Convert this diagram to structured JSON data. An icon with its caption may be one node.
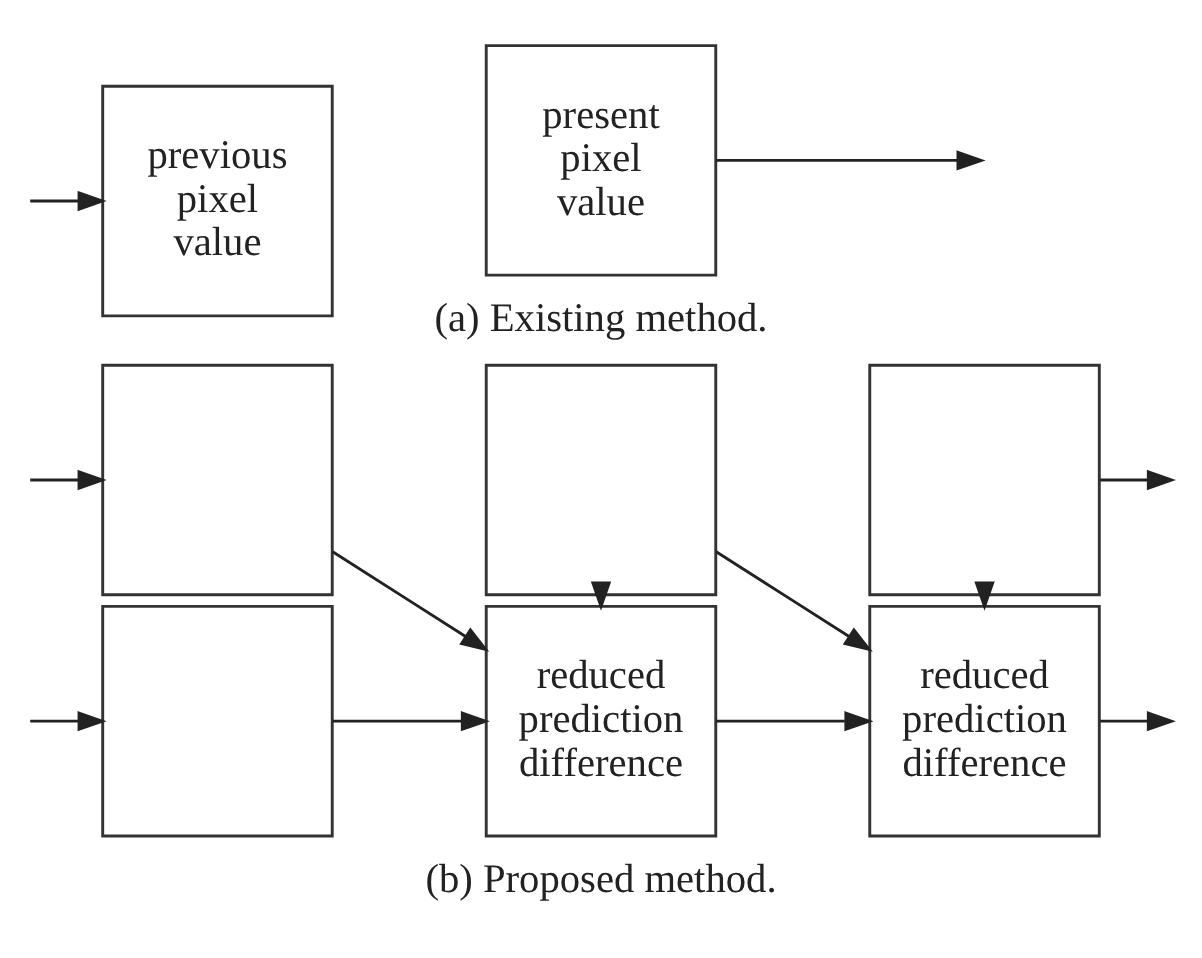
{
  "diagram": {
    "nodes": [
      {
        "text": [
          "previous pixel value"
        ]
      },
      {
        "text": [
          "present pixel value"
        ]
      },
      {
        "text": [],
        "shape": "box"
      },
      {
        "text": [],
        "shape": "box"
      },
      {
        "text": [],
        "shape": "box"
      },
      {
        "text": [],
        "shape": "box"
      },
      {
        "text": [
          "reduced prediction difference"
        ]
      },
      {
        "text": [
          "reduced prediction difference"
        ]
      }
    ],
    "edges": [
      {
        "from": null,
        "to": 0,
        "arrow": "to"
      },
      {
        "from": 1,
        "to": null,
        "arrow": "to"
      },
      {
        "from": null,
        "to": 2,
        "arrow": "to"
      },
      {
        "from": null,
        "to": 5,
        "arrow": "to"
      },
      {
        "from": 4,
        "to": null,
        "arrow": "to"
      },
      {
        "from": 7,
        "to": null,
        "arrow": "to"
      },
      {
        "from": 2,
        "to": 6,
        "arrow": "to"
      },
      {
        "from": 3,
        "to": 6,
        "arrow": "to"
      },
      {
        "from": 3,
        "to": 7,
        "arrow": "to"
      },
      {
        "from": 4,
        "to": 7,
        "arrow": "to"
      },
      {
        "from": 5,
        "to": 6,
        "arrow": "to"
      },
      {
        "from": 6,
        "to": 7,
        "arrow": "to"
      }
    ],
    "labels": [
      "(a) Existing method.",
      "(b) Proposed method."
    ]
  }
}
